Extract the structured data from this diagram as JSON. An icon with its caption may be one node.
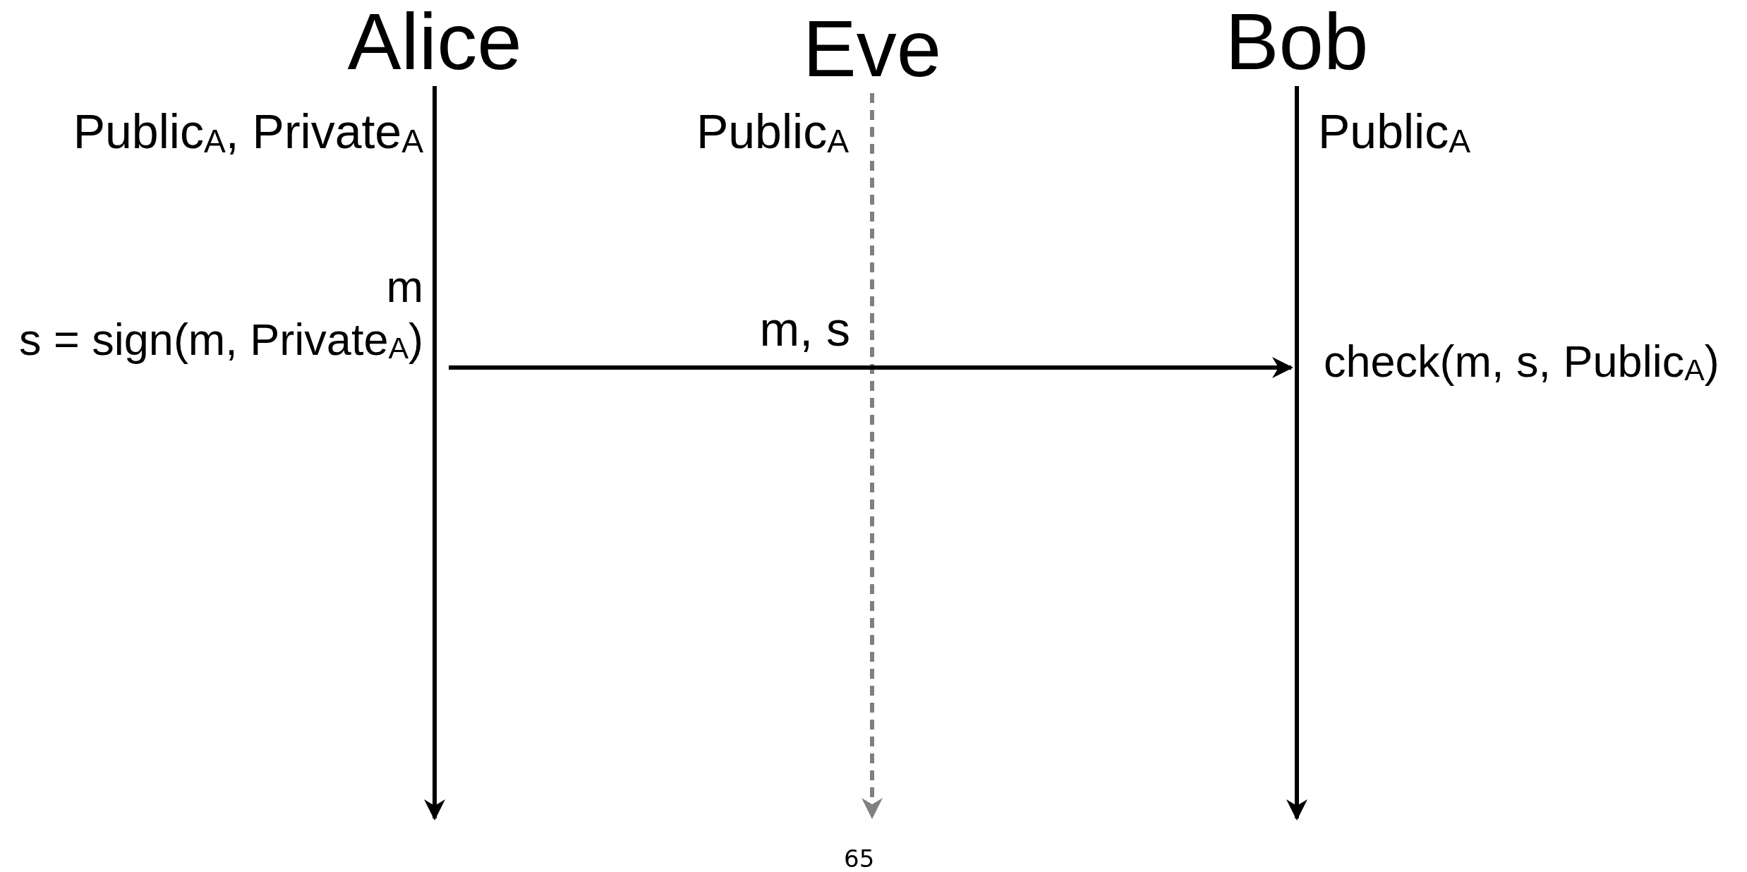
{
  "diagram": {
    "nodes": [
      {
        "text": [
          "Alice"
        ]
      },
      {
        "text": [
          "Eve"
        ]
      },
      {
        "text": [
          "Bob"
        ]
      },
      {
        "text": [
          "m",
          "s = sign(m, Private$_{A}$)"
        ]
      },
      {
        "text": [
          "check(m, s, Public$_{A}$)"
        ]
      }
    ],
    "edges": [
      {
        "from": 0,
        "to": null,
        "arrow": "to"
      },
      {
        "from": 1,
        "to": null,
        "arrow": "to",
        "style": "dashed",
        "color": "#808080"
      },
      {
        "from": 2,
        "to": null,
        "arrow": "to"
      },
      {
        "from": 3,
        "to": 4,
        "arrow": "to",
        "label": "m, s"
      }
    ],
    "labels": [
      "Public$_{A}$, Private$_{A}$",
      "Public$_{A}$",
      "Public$_{A}$",
      "65"
    ]
  }
}
